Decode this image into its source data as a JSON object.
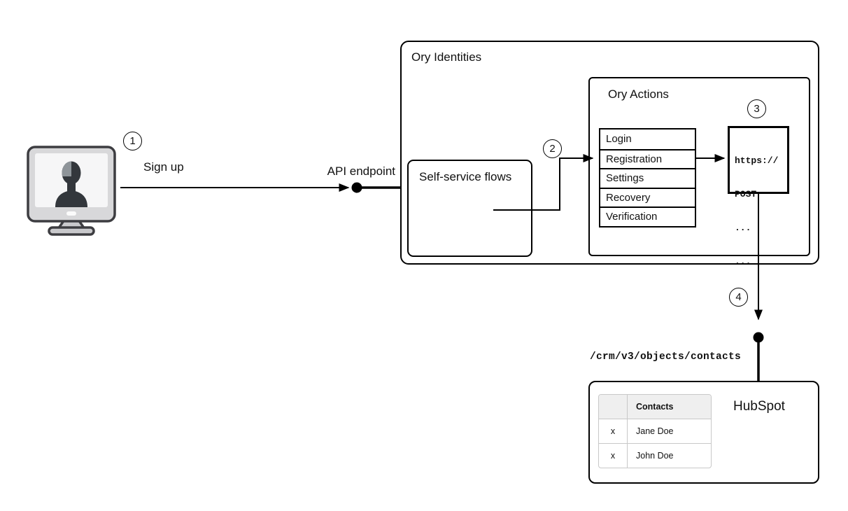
{
  "diagram": {
    "steps": {
      "s1": "1",
      "s2": "2",
      "s3": "3",
      "s4": "4"
    },
    "labels": {
      "sign_up": "Sign up",
      "api_endpoint": "API endpoint",
      "crm_path": "/crm/v3/objects/contacts"
    },
    "ory_identities": {
      "title": "Ory Identities"
    },
    "self_service": {
      "title": "Self-service flows"
    },
    "ory_actions": {
      "title": "Ory Actions",
      "flows": [
        "Login",
        "Registration",
        "Settings",
        "Recovery",
        "Verification"
      ]
    },
    "webhook_code": {
      "lines": [
        "https://",
        "POST",
        "...",
        "..."
      ]
    },
    "hubspot": {
      "title": "HubSpot",
      "table": {
        "header": "Contacts",
        "rows": [
          {
            "mark": "x",
            "name": "Jane Doe"
          },
          {
            "mark": "x",
            "name": "John Doe"
          }
        ]
      }
    },
    "colors": {
      "line": "#000000",
      "box_background": "#ffffff",
      "table_header_bg": "#efefef",
      "table_border": "#c8c8c8",
      "monitor_frame": "#d8d8da",
      "monitor_screen": "#f6f6f7",
      "silhouette": "#33373c",
      "silhouette_highlight": "#8e9499"
    }
  }
}
